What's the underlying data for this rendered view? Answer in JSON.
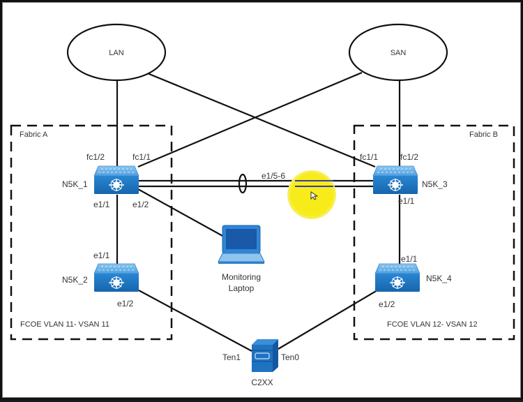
{
  "diagram": {
    "clouds": [
      {
        "id": "lan",
        "label": "LAN"
      },
      {
        "id": "san",
        "label": "SAN"
      }
    ],
    "fabrics": [
      {
        "id": "fabric_a",
        "label": "Fabric A",
        "vlan_label": "FCOE VLAN 11- VSAN 11"
      },
      {
        "id": "fabric_b",
        "label": "Fabric B",
        "vlan_label": "FCOE VLAN 12- VSAN 12"
      }
    ],
    "switches": [
      {
        "id": "n5k_1",
        "label": "N5K_1",
        "icon": "nexus-switch-icon"
      },
      {
        "id": "n5k_2",
        "label": "N5K_2",
        "icon": "nexus-switch-icon"
      },
      {
        "id": "n5k_3",
        "label": "N5K_3",
        "icon": "nexus-switch-icon"
      },
      {
        "id": "n5k_4",
        "label": "N5K_4",
        "icon": "nexus-switch-icon"
      }
    ],
    "hosts": [
      {
        "id": "laptop",
        "label_line1": "Monitoring",
        "label_line2": "Laptop",
        "icon": "laptop-icon"
      },
      {
        "id": "c2xx",
        "label": "C2XX",
        "icon": "server-icon"
      }
    ],
    "ports": {
      "n5k_1_fc1_2": "fc1/2",
      "n5k_1_fc1_1": "fc1/1",
      "n5k_1_e1_1": "e1/1",
      "n5k_1_e1_2": "e1/2",
      "n5k_3_fc1_1": "fc1/1",
      "n5k_3_fc1_2": "fc1/2",
      "n5k_3_e1_1": "e1/1",
      "n5k_2_e1_1": "e1/1",
      "n5k_2_e1_2": "e1/2",
      "n5k_4_e1_1": "e1/1",
      "n5k_4_e1_2": "e1/2",
      "portchannel": "e1/5-6",
      "c2xx_ten1": "Ten1",
      "c2xx_ten0": "Ten0"
    },
    "links": [
      {
        "from": "lan",
        "to": "n5k_1",
        "port": "fc1/2"
      },
      {
        "from": "lan",
        "to": "n5k_3",
        "port": "fc1/1"
      },
      {
        "from": "san",
        "to": "n5k_1",
        "port": "fc1/1"
      },
      {
        "from": "san",
        "to": "n5k_3",
        "port": "fc1/2"
      },
      {
        "from": "n5k_1",
        "to": "n5k_3",
        "port": "e1/5-6",
        "type": "port-channel"
      },
      {
        "from": "n5k_1",
        "to": "laptop",
        "port": "e1/2"
      },
      {
        "from": "n5k_1",
        "to": "n5k_2",
        "port": "e1/1"
      },
      {
        "from": "n5k_3",
        "to": "n5k_4",
        "port": "e1/1"
      },
      {
        "from": "n5k_2",
        "to": "c2xx",
        "port": "e1/2 - Ten1"
      },
      {
        "from": "n5k_4",
        "to": "c2xx",
        "port": "e1/2 - Ten0"
      }
    ],
    "colors": {
      "switch_blue": "#1f7ac4",
      "switch_top": "#5aa9e6",
      "highlight": "#f7ec1a"
    }
  }
}
